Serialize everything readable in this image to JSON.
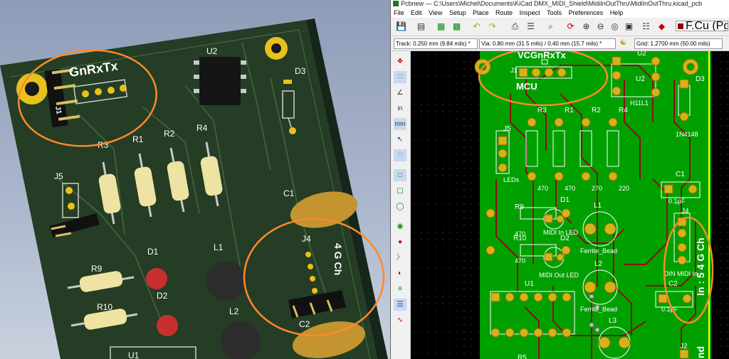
{
  "window": {
    "title": "Pcbnew — C:\\Users\\Michel\\Documents\\KiCad DMX_MIDI_Shield\\MidiInOutThru\\MidiInOutThru.kicad_pcb"
  },
  "menu": [
    "File",
    "Edit",
    "View",
    "Setup",
    "Place",
    "Route",
    "Inspect",
    "Tools",
    "Preferences",
    "Help"
  ],
  "toolbar": {
    "track_label": "Track: 0.250 mm (9.84 mils) *",
    "via_label": "Via: 0.80 mm (31.5 mils) / 0.40 mm (15.7 mils) *",
    "grid_label": "Grid: 1.2700 mm (50.00 mils)",
    "layer_label": "F.Cu (PgUp)",
    "icons": [
      "save-icon",
      "page-settings-icon",
      "library-icon",
      "footprint-editor-icon",
      "undo-icon",
      "redo-icon",
      "print-icon",
      "plot-icon",
      "find-icon",
      "refresh-icon",
      "zoom-in-icon",
      "zoom-out-icon",
      "zoom-fit-icon",
      "zoom-selection-icon",
      "netlist-icon",
      "drc-icon",
      "layer-icon"
    ]
  },
  "left_toolbar_labels": {
    "inch": "in",
    "mm": "mm"
  },
  "pcb2d": {
    "labels": {
      "conn": "VCGnRxTx",
      "mcu": "MCU",
      "j1": "J1",
      "u2": "U2",
      "d3": "D3",
      "d3val": "1N4148",
      "h11l1": "H11L1",
      "r3": "R3",
      "r1": "R1",
      "r2": "R2",
      "r4": "R4",
      "r3val": "470",
      "r1val": "470",
      "r2val": "270",
      "r4val": "220",
      "j5": "J5",
      "leds": "LEDs",
      "c1": "C1",
      "c1val": "0.1µF",
      "r9": "R9",
      "r9val": "470",
      "d1": "D1",
      "midiin": "MIDI In LED",
      "l1": "L1",
      "ferrite1": "Ferrite_Bead",
      "j4": "J4",
      "dinmidi": "DIN MIDI In",
      "r10": "R10",
      "r10val": "470",
      "d2": "D2",
      "midiout": "MIDI Out LED",
      "l2": "L2",
      "ferrite2": "Ferrite_Bead",
      "c2": "C2",
      "c2val": "0.1µF",
      "u1": "U1",
      "l3": "L3",
      "j2": "J2",
      "r5": "R5",
      "in4gch": "In : 5 4 G Ch",
      "gnd": "nd"
    }
  },
  "pcb3d": {
    "labels": {
      "conn": "GnRxTx",
      "j1": "J1",
      "u2": "U2",
      "d3": "D3",
      "r3": "R3",
      "r1": "R1",
      "r2": "R2",
      "r4": "R4",
      "j5": "J5",
      "c1": "C1",
      "d1": "D1",
      "l1": "L1",
      "j4": "J4",
      "r9": "R9",
      "d2": "D2",
      "l2": "L2",
      "r10": "R10",
      "c2": "C2",
      "u1": "U1",
      "gch": "4 G Ch"
    }
  },
  "colors": {
    "board_3d": "#243d24",
    "board_2d": "#00a000",
    "track": "#8a1010",
    "pad": "#d4b21a",
    "silk": "#ffffff",
    "highlight": "#ff8a2b"
  }
}
